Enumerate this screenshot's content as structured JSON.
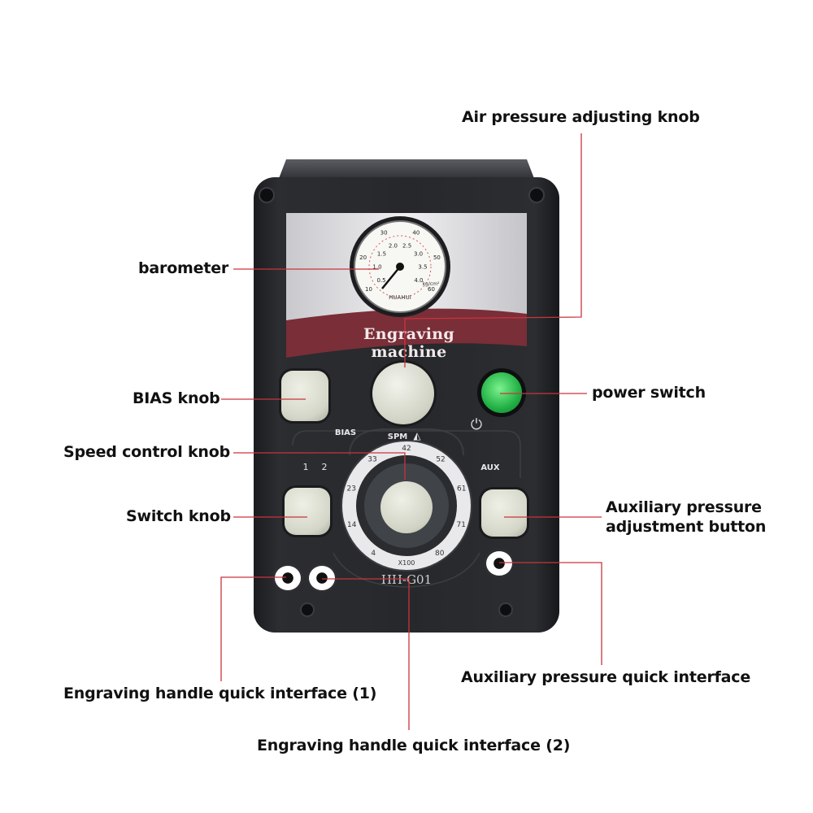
{
  "device": {
    "header_label": "Engraving machine",
    "model": "HH-G01",
    "gauge_brand": "HUAHUI",
    "gauge_unit": "kg/cm²",
    "gauge_inner_ticks": [
      "0.5",
      "1.0",
      "1.5",
      "2.0",
      "2.5",
      "3.0",
      "3.5",
      "4.0"
    ],
    "gauge_outer_ticks": [
      "10",
      "20",
      "30",
      "40",
      "50",
      "60"
    ],
    "spm_label": "SPM",
    "bias_label": "BIAS",
    "aux_label": "AUX",
    "switch_positions": [
      "1",
      "2"
    ],
    "speed_dial_ticks": [
      "4",
      "14",
      "23",
      "33",
      "42",
      "52",
      "61",
      "71",
      "80"
    ],
    "dial_multiplier": "X100"
  },
  "callouts": {
    "air_pressure_knob": "Air pressure adjusting knob",
    "barometer": "barometer",
    "bias_knob": "BIAS knob",
    "power_switch": "power switch",
    "speed_control_knob": "Speed control knob",
    "switch_knob": "Switch knob",
    "aux_pressure_button_line1": "Auxiliary pressure",
    "aux_pressure_button_line2": "adjustment button",
    "aux_quick_interface": "Auxiliary pressure quick interface",
    "engraving_interface_1": "Engraving handle quick interface (1)",
    "engraving_interface_2": "Engraving handle quick interface (2)"
  },
  "colors": {
    "body": "#232528",
    "leader": "#c9343e",
    "header_band": "#7a2e38",
    "power_button": "#22b045",
    "knob": "#d9dcce"
  }
}
